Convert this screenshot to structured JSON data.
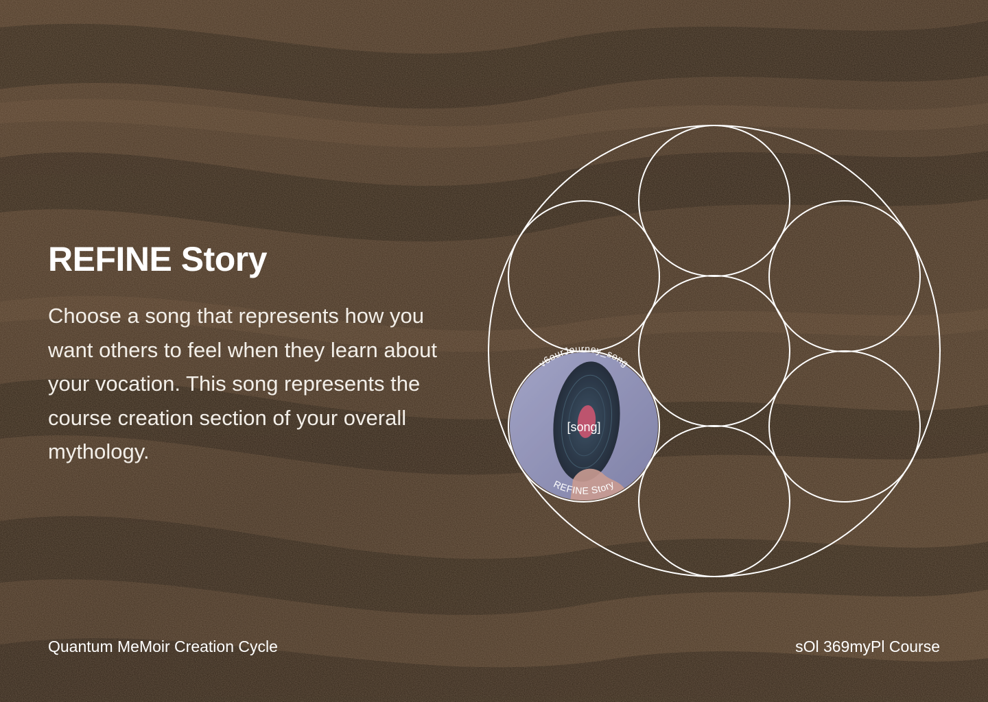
{
  "page": {
    "title": "REFINE Story",
    "description": "Choose a song that represents how you want others to feel when they learn about your vocation. This song represents the course creation section of your overall mythology.",
    "footer_left": "Quantum MeMoir Creation Cycle",
    "footer_right": "sOl 369myPl Course"
  },
  "diagram": {
    "active_song": {
      "label": "[song]",
      "top_arc_text": "v6ourJourney_song",
      "bottom_arc_text": "REFINE Story"
    }
  },
  "colors": {
    "background": "#3a2a1c",
    "text": "#ffffff",
    "circle_stroke": "#ffffff",
    "record_accent": "#c8495f"
  }
}
